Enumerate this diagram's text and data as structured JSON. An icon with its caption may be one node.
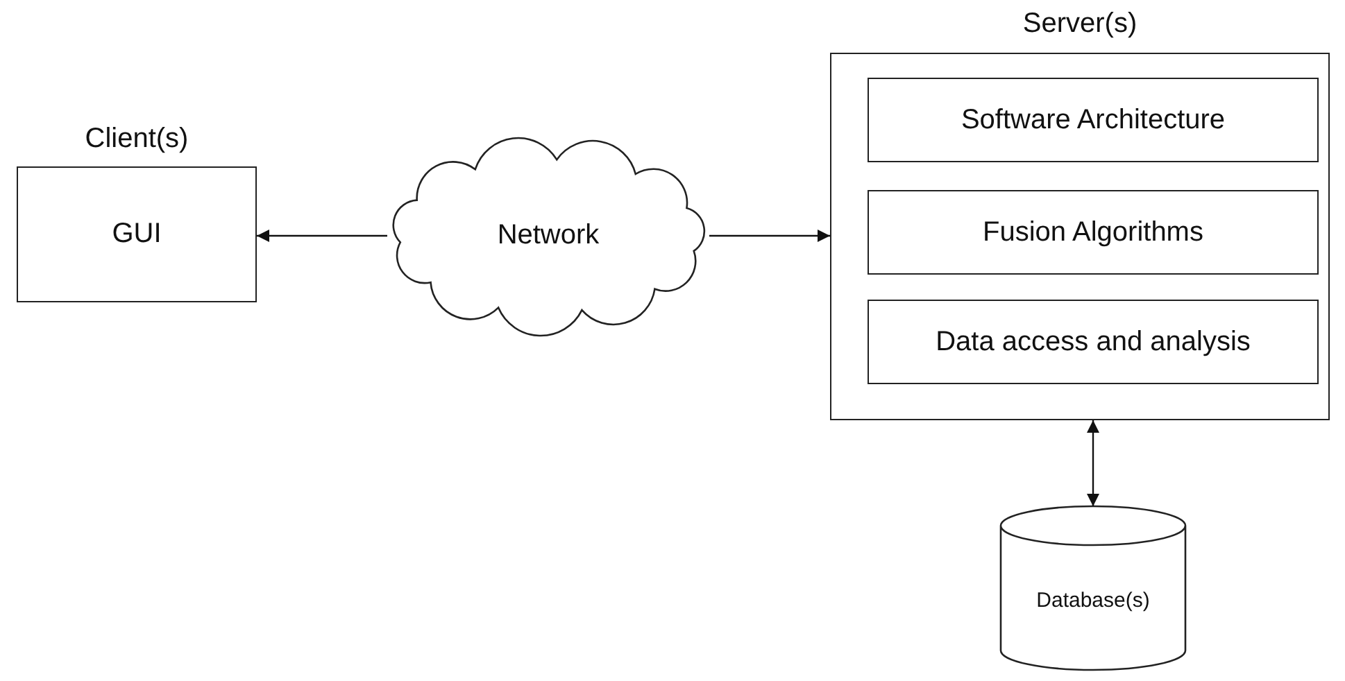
{
  "diagram": {
    "nodes": [
      {
        "text": [
          "Client(s)",
          "GUI"
        ]
      },
      {
        "text": [
          "Network"
        ]
      },
      {
        "text": [
          "Server(s)"
        ]
      },
      {
        "text": [
          "Software Architecture"
        ],
        "in": 2
      },
      {
        "text": [
          "Fusion Algorithms"
        ],
        "in": 2
      },
      {
        "text": [
          "Data access and analysis"
        ],
        "in": 2
      },
      {
        "text": [
          "Database(s)"
        ]
      }
    ],
    "edges": [
      {
        "from": 1,
        "to": 0,
        "arrow": "to"
      },
      {
        "from": 1,
        "to": 2,
        "arrow": "to"
      },
      {
        "from": 2,
        "to": 6,
        "arrow": "both"
      }
    ]
  }
}
